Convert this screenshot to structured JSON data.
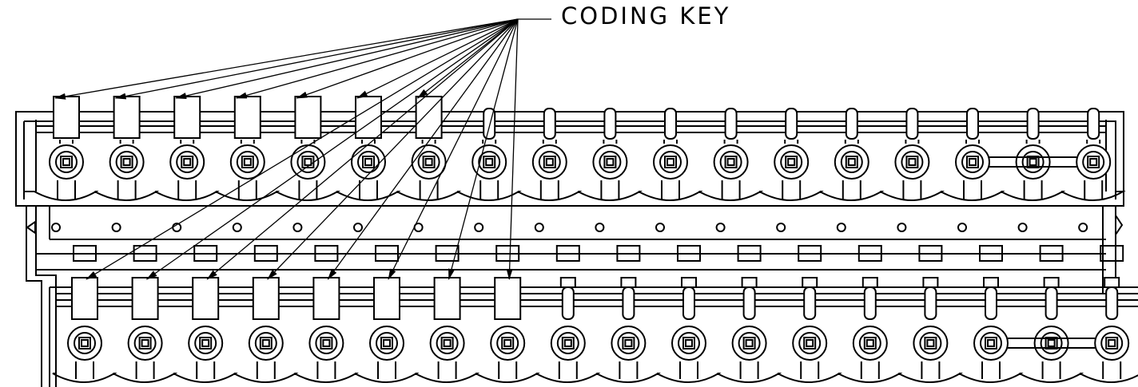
{
  "diagram": {
    "callout_label": "CODING KEY",
    "line_color": "#000000",
    "background_color": "#ffffff",
    "upper_block": {
      "terminal_count": 18,
      "coding_key_count": 7,
      "bridged_terminals": [
        16,
        17,
        18
      ]
    },
    "lower_block": {
      "terminal_count": 18,
      "coding_key_count": 8,
      "bridged_terminals": [
        16,
        17,
        18
      ]
    },
    "middle_rail": {
      "hole_count": 18,
      "slot_count": 18
    }
  }
}
